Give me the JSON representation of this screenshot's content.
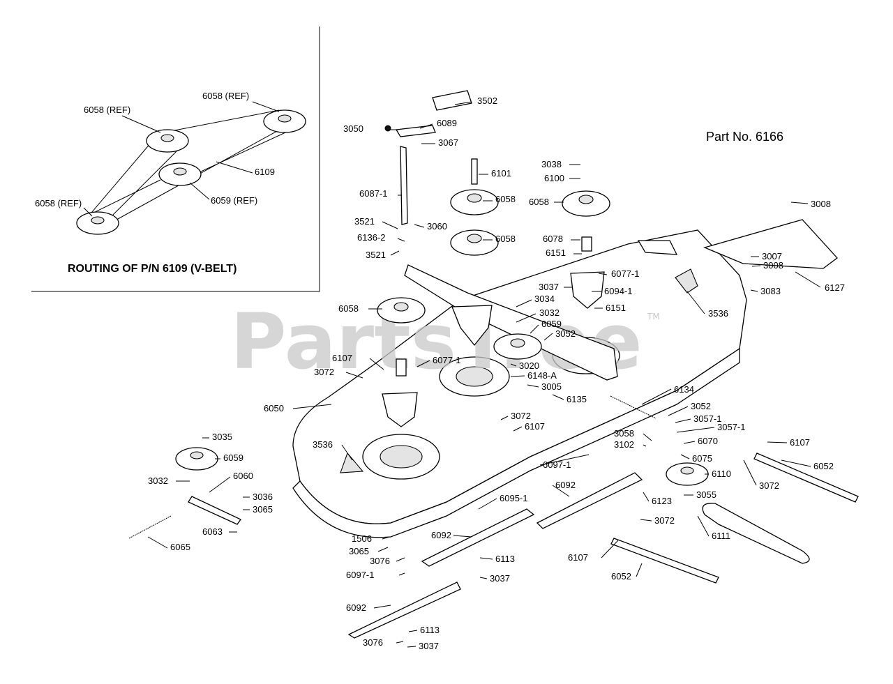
{
  "header": {
    "part_number": "Part No. 6166"
  },
  "inset": {
    "caption": "ROUTING OF P/N 6109 (V-BELT)",
    "labels": {
      "a": "6058 (REF)",
      "b": "6058 (REF)",
      "c": "6058 (REF)",
      "d": "6109",
      "e": "6059 (REF)"
    }
  },
  "watermark": {
    "brand": "PartsTree",
    "tm": "TM"
  },
  "callouts": [
    "3502",
    "3050",
    "6089",
    "3067",
    "6087-1",
    "3521",
    "3060",
    "6136-2",
    "3521",
    "6101",
    "6058",
    "6058",
    "3038",
    "6100",
    "6058",
    "6078",
    "6151",
    "6077-1",
    "3037",
    "6094-1",
    "3008",
    "3007",
    "3008",
    "6127",
    "3083",
    "3536",
    "6058",
    "3034",
    "3032",
    "6059",
    "6151",
    "3052",
    "6107",
    "3072",
    "6077-1",
    "3020",
    "6148-A",
    "3005",
    "6135",
    "6134",
    "6050",
    "3052",
    "3057-1",
    "3057-1",
    "3072",
    "6107",
    "3058",
    "3102",
    "6070",
    "6075",
    "6097-1",
    "6110",
    "3035",
    "6059",
    "3032",
    "6060",
    "3036",
    "3065",
    "6063",
    "6065",
    "3536",
    "6095-1",
    "6092",
    "6123",
    "3055",
    "6107",
    "6052",
    "3072",
    "1506",
    "3065",
    "3076",
    "6092",
    "6113",
    "6097-1",
    "3037",
    "3072",
    "6111",
    "6107",
    "6052",
    "6092",
    "6113",
    "3076",
    "3037"
  ]
}
